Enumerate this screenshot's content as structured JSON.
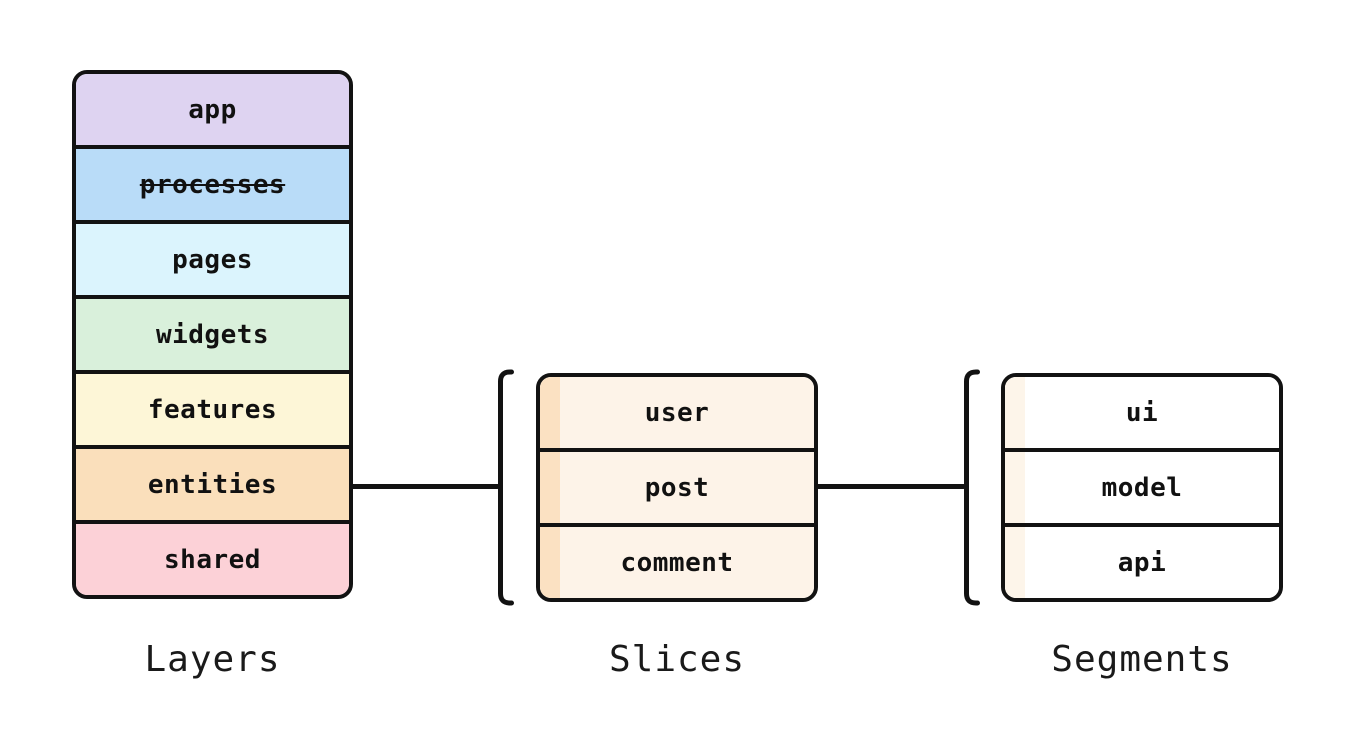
{
  "diagram": {
    "line_color": "#121212",
    "layers": {
      "caption": "Layers",
      "items": [
        {
          "label": "app",
          "color": "#ded3f1",
          "deprecated": false
        },
        {
          "label": "processes",
          "color": "#b9dcf8",
          "deprecated": true
        },
        {
          "label": "pages",
          "color": "#dbf4fd",
          "deprecated": false
        },
        {
          "label": "widgets",
          "color": "#d9f0db",
          "deprecated": false
        },
        {
          "label": "features",
          "color": "#fdf6d7",
          "deprecated": false
        },
        {
          "label": "entities",
          "color": "#fadfbb",
          "deprecated": false
        },
        {
          "label": "shared",
          "color": "#fcd1d7",
          "deprecated": false
        }
      ]
    },
    "slices": {
      "caption": "Slices",
      "fill": "#fdf3e8",
      "stripe": "#fbe1c2",
      "items": [
        {
          "label": "user"
        },
        {
          "label": "post"
        },
        {
          "label": "comment"
        }
      ]
    },
    "segments": {
      "caption": "Segments",
      "fill": "#ffffff",
      "stripe": "#fdf5ea",
      "items": [
        {
          "label": "ui"
        },
        {
          "label": "model"
        },
        {
          "label": "api"
        }
      ]
    }
  }
}
